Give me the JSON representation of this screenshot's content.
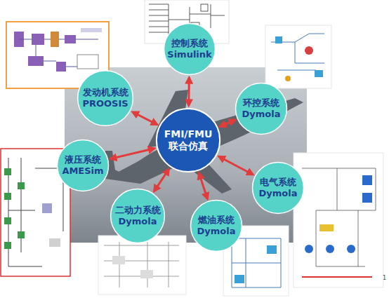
{
  "diagram": {
    "nodes": [
      {
        "text": [
          "FMI/FMU",
          "联合仿真"
        ]
      },
      {
        "text": [
          "控制系统",
          "Simulink"
        ]
      },
      {
        "text": [
          "环控系统",
          "Dymola"
        ]
      },
      {
        "text": [
          "电气系统",
          "Dymola"
        ]
      },
      {
        "text": [
          "燃油系统",
          "Dymola"
        ]
      },
      {
        "text": [
          "二动力系统",
          "Dymola"
        ]
      },
      {
        "text": [
          "液压系统",
          "AMESim"
        ]
      },
      {
        "text": [
          "发动机系统",
          "PROOSIS"
        ]
      }
    ],
    "edges": [
      {
        "from": 0,
        "to": 1,
        "arrow": "both"
      },
      {
        "from": 0,
        "to": 2,
        "arrow": "both"
      },
      {
        "from": 0,
        "to": 3,
        "arrow": "both"
      },
      {
        "from": 0,
        "to": 4,
        "arrow": "both"
      },
      {
        "from": 0,
        "to": 5,
        "arrow": "both"
      },
      {
        "from": 0,
        "to": 6,
        "arrow": "both"
      },
      {
        "from": 0,
        "to": 7,
        "arrow": "both"
      }
    ],
    "labels": [
      "1"
    ]
  }
}
